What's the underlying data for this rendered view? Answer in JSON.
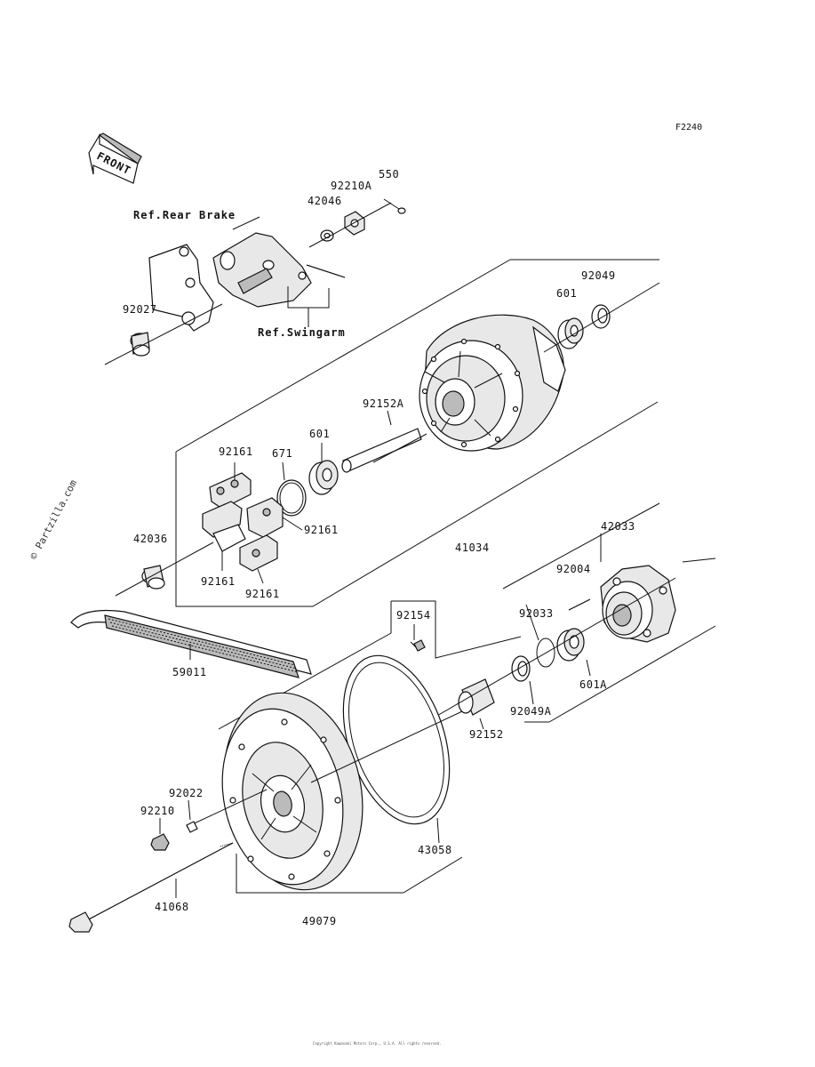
{
  "diagram_code": "F2240",
  "front_marker": "FRONT",
  "watermark": "© Partzilla.com",
  "footer_text": "Copyright Kawasaki Motors Corp., U.S.A. All rights reserved.",
  "references": {
    "rear_brake": "Ref.Rear Brake",
    "swingarm": "Ref.Swingarm"
  },
  "parts": {
    "p550": "550",
    "p92210A": "92210A",
    "p42046": "42046",
    "p92027": "92027",
    "p601_top": "601",
    "p92049": "92049",
    "p92152A": "92152A",
    "p601_mid": "601",
    "p92161_top": "92161",
    "p671": "671",
    "p42036": "42036",
    "p92161_right": "92161",
    "p92161_left": "92161",
    "p92161_bottom": "92161",
    "p41034": "41034",
    "p42033": "42033",
    "p92004": "92004",
    "p92154": "92154",
    "p92033": "92033",
    "p59011": "59011",
    "p601A": "601A",
    "p92049A": "92049A",
    "p92152": "92152",
    "p92022": "92022",
    "p92210": "92210",
    "p43058": "43058",
    "p41068": "41068",
    "p49079": "49079"
  }
}
